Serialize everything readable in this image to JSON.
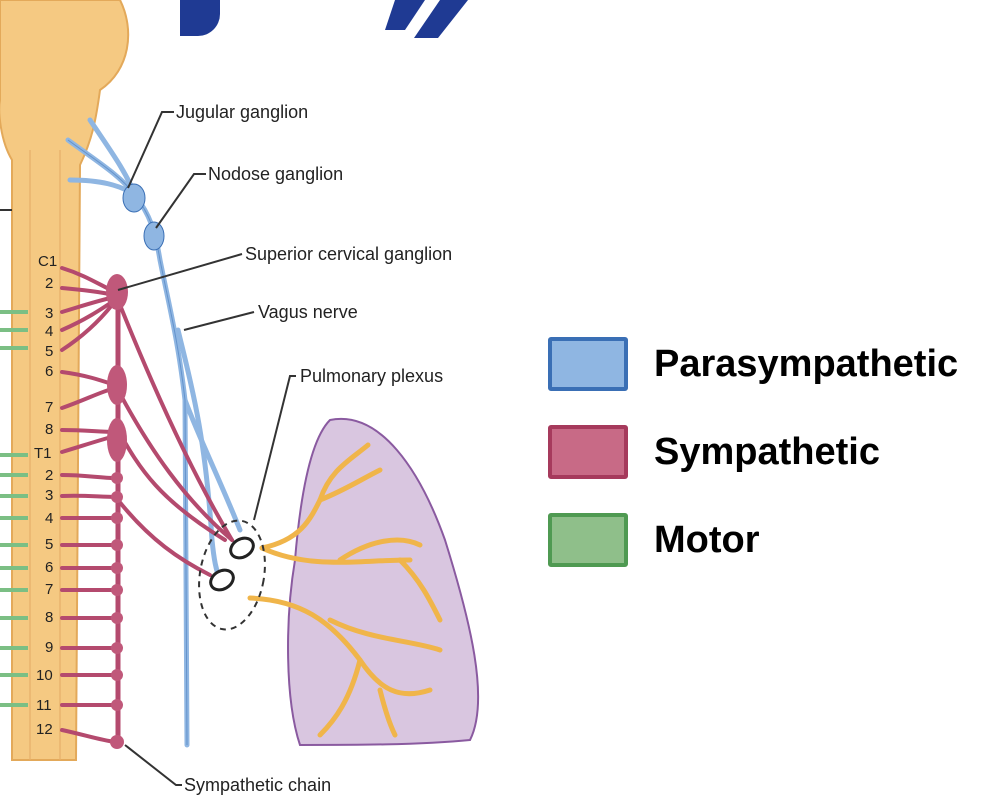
{
  "labels": {
    "jugular": "Jugular ganglion",
    "nodose": "Nodose ganglion",
    "superior_cervical": "Superior cervical ganglion",
    "vagus": "Vagus nerve",
    "pulmonary": "Pulmonary plexus",
    "sympathetic_chain": "Sympathetic chain"
  },
  "segments": [
    "C1",
    "2",
    "3",
    "4",
    "5",
    "6",
    "7",
    "8",
    "T1",
    "2",
    "3",
    "4",
    "5",
    "6",
    "7",
    "8",
    "9",
    "10",
    "11",
    "12"
  ],
  "legend": [
    {
      "label": "Parasympathetic",
      "fill": "#8fb6e2",
      "border": "#3a6fb5"
    },
    {
      "label": "Sympathetic",
      "fill": "#c86a86",
      "border": "#a63a5c"
    },
    {
      "label": "Motor",
      "fill": "#8fbf8a",
      "border": "#4f9a52"
    }
  ],
  "colors": {
    "cord": "#f5c982",
    "cord_dark": "#e3a95a",
    "parasympathetic": "#8fb6e2",
    "sympathetic": "#b44a6e",
    "motor": "#7bbf84",
    "lung": "#d9c6e0",
    "bronchi": "#f0b54a",
    "title": "#1f3a93"
  }
}
